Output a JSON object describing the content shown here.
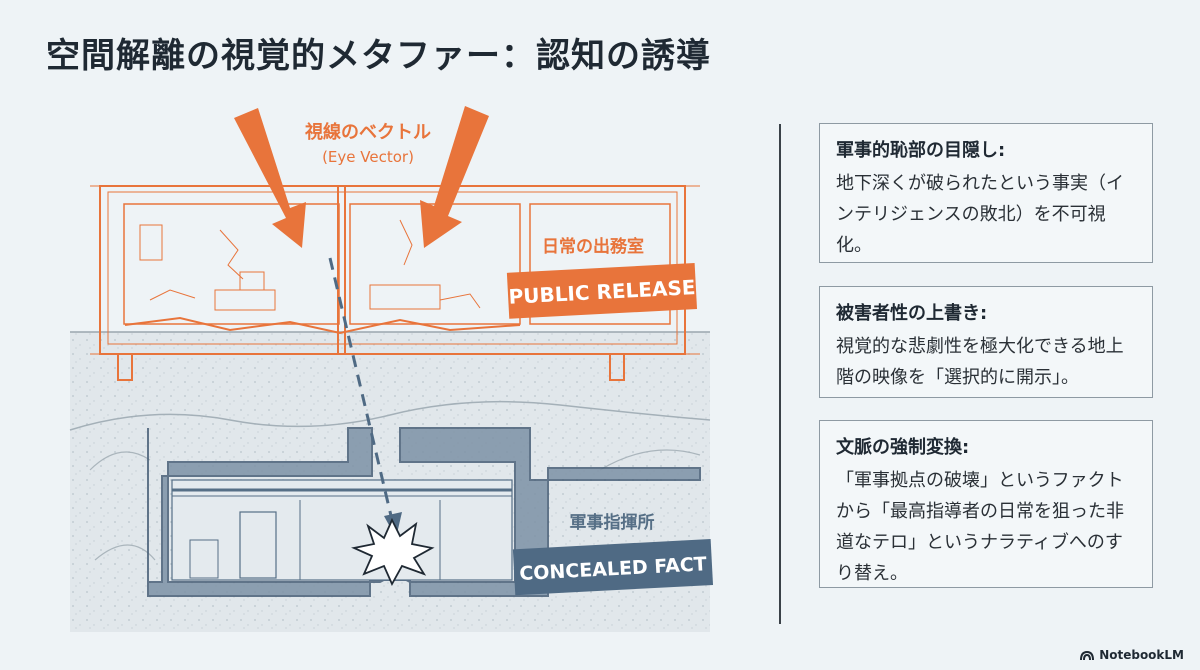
{
  "title": "空間解離の視覚的メタファー：認知の誘導",
  "diagram": {
    "eye_vector_label": "視線のベクトル",
    "eye_vector_sub": "(Eye Vector)",
    "office_label": "日常の出務室",
    "public_badge": "PUBLIC RELEASE",
    "command_label": "軍事指揮所",
    "concealed_badge": "CONCEALED FACT",
    "colors": {
      "orange": "#e8743b",
      "blue": "#566f86",
      "badge_blue": "#4f6a84"
    }
  },
  "panels": [
    {
      "title": "軍事的恥部の目隠し:",
      "body": "地下深くが破られたという事実（インテリジェンスの敗北）を不可視化。"
    },
    {
      "title": "被害者性の上書き:",
      "body": "視覚的な悲劇性を極大化できる地上階の映像を「選択的に開示」。"
    },
    {
      "title": "文脈の強制変換:",
      "body": "「軍事拠点の破壊」というファクトから「最高指導者の日常を狙った非道なテロ」というナラティブへのすり替え。"
    }
  ],
  "brand": "NotebookLM"
}
